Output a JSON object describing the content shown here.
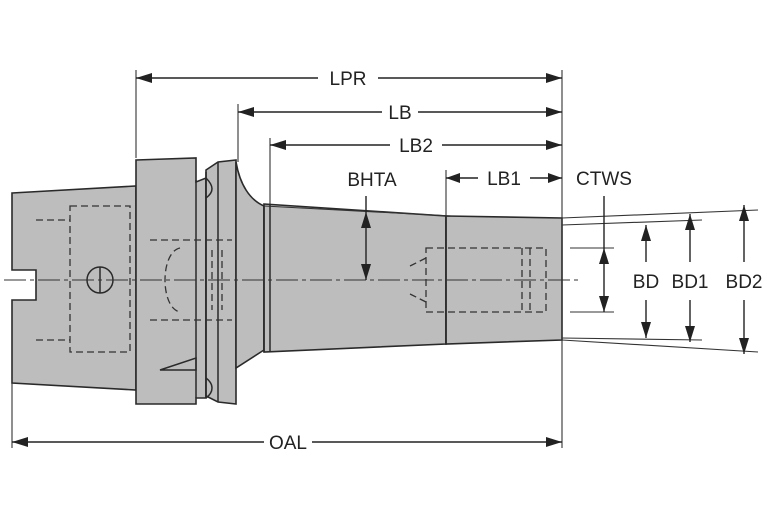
{
  "labels": {
    "lpr": "LPR",
    "lb": "LB",
    "lb2": "LB2",
    "bhta": "BHTA",
    "lb1": "LB1",
    "ctws": "CTWS",
    "bd": "BD",
    "bd1": "BD1",
    "bd2": "BD2",
    "oal": "OAL"
  },
  "colors": {
    "body": "#bdbdbd",
    "outline": "#2a2a2a",
    "dimension": "#222222"
  }
}
